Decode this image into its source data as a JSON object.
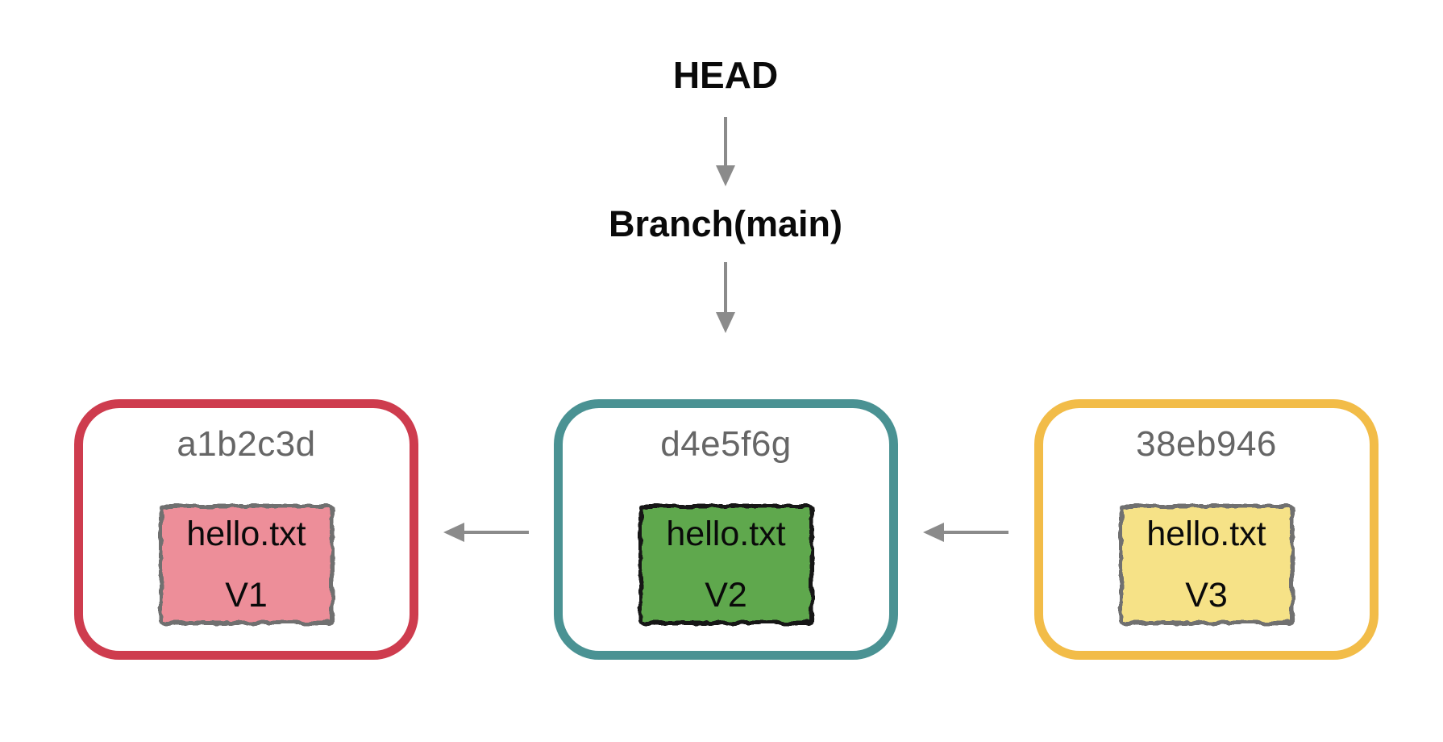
{
  "diagram": {
    "head_label": "HEAD",
    "branch_label": "Branch(main)"
  },
  "colors": {
    "arrow": "#8B8B8B",
    "hash_text": "#666666",
    "text": "#0A0A0A",
    "background": "#FFFFFF"
  },
  "commits": [
    {
      "hash": "a1b2c3d",
      "accent": "#CE3C4E",
      "file": {
        "name": "hello.txt",
        "version": "V1",
        "fill": "#ED8E99",
        "stroke": "#6F6F6F"
      }
    },
    {
      "hash": "d4e5f6g",
      "accent": "#4A9293",
      "file": {
        "name": "hello.txt",
        "version": "V2",
        "fill": "#5EA84D",
        "stroke": "#161616"
      }
    },
    {
      "hash": "38eb946",
      "accent": "#F2BC48",
      "file": {
        "name": "hello.txt",
        "version": "V3",
        "fill": "#F6E287",
        "stroke": "#6F6F6F"
      }
    }
  ]
}
